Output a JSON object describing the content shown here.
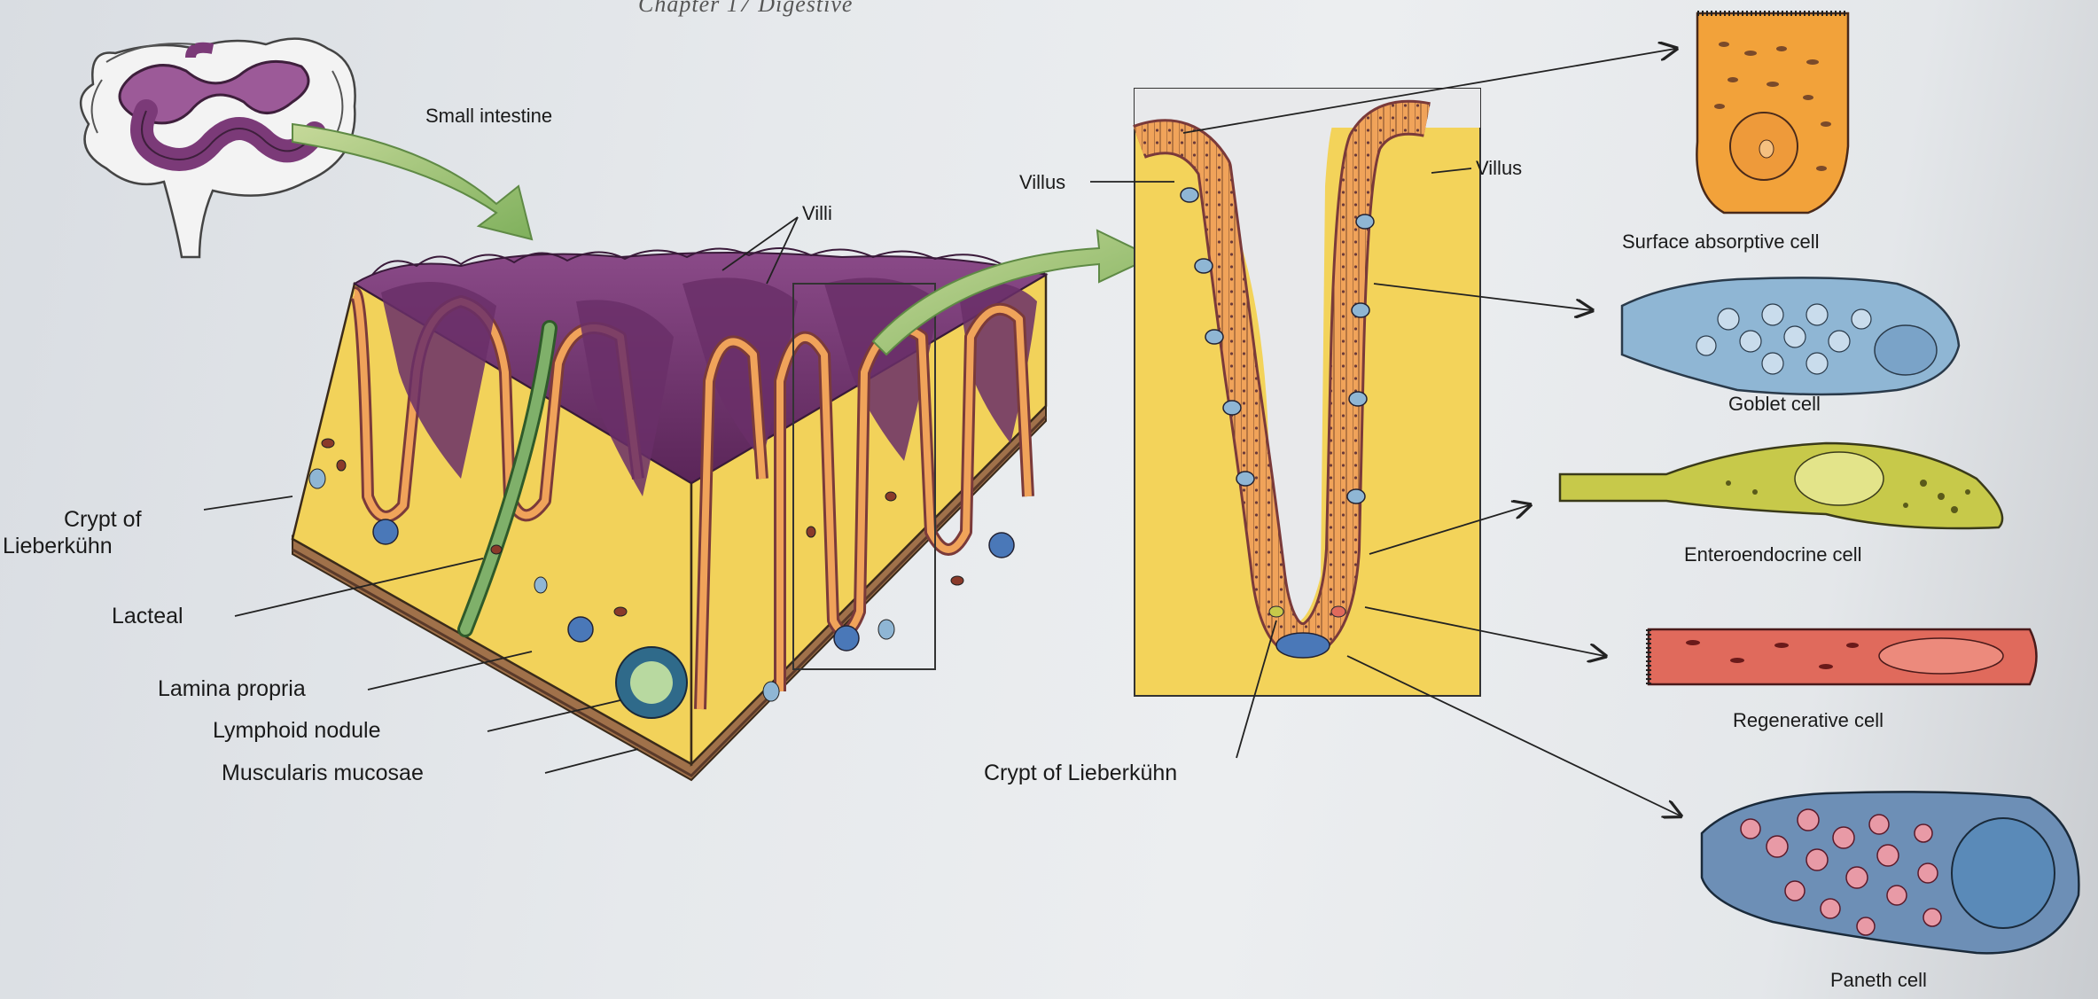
{
  "header_text": "Chapter 17  Digestive",
  "labels": {
    "small_intestine": "Small intestine",
    "villi": "Villi",
    "crypt_left_line1": "Crypt of",
    "crypt_left_line2": "Lieberkühn",
    "lacteal": "Lacteal",
    "lamina_propria": "Lamina propria",
    "lymphoid_nodule": "Lymphoid nodule",
    "muscularis_mucosae": "Muscularis mucosae",
    "villus_left": "Villus",
    "villus_right": "Villus",
    "crypt_center": "Crypt of Lieberkühn"
  },
  "cells": [
    {
      "name": "Surface absorptive cell",
      "color": "#f2a23a"
    },
    {
      "name": "Goblet cell",
      "color": "#8fb6d4"
    },
    {
      "name": "Enteroendocrine cell",
      "color": "#c7c94a"
    },
    {
      "name": "Regenerative cell",
      "color": "#e06a5c"
    },
    {
      "name": "Paneth cell",
      "color": "#6d8fb6"
    }
  ],
  "colors": {
    "tissue_yellow": "#f3d35a",
    "villus_purple": "#7b3a78",
    "epithelium_orange": "#f0a050",
    "arrow_green": "#8fbf6a",
    "lacteal_green": "#7fb06a"
  }
}
